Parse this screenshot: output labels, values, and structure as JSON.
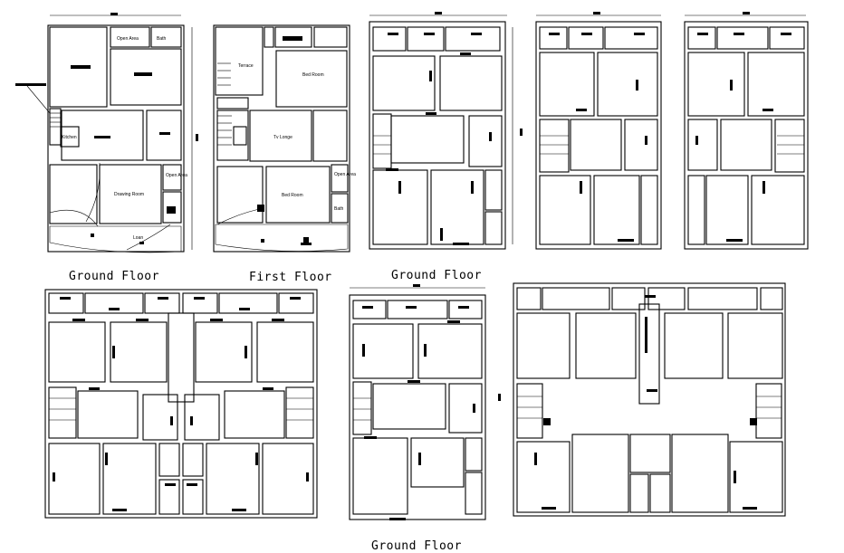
{
  "drawing": {
    "captions": [
      "Ground Floor",
      "First Floor",
      "Ground Floor",
      "Ground Floor"
    ]
  },
  "plan_a": {
    "rooms": [
      "Open Area",
      "Bath",
      "Kitchen",
      "Drawing Room",
      "Open Area",
      "Bath",
      "Loan"
    ]
  },
  "plan_b": {
    "rooms": [
      "Terrace",
      "Bed Room",
      "Tv Longe",
      "Bed Room",
      "Open Area",
      "Bath"
    ]
  },
  "colors": {
    "ink": "#000000",
    "paper": "#ffffff"
  }
}
